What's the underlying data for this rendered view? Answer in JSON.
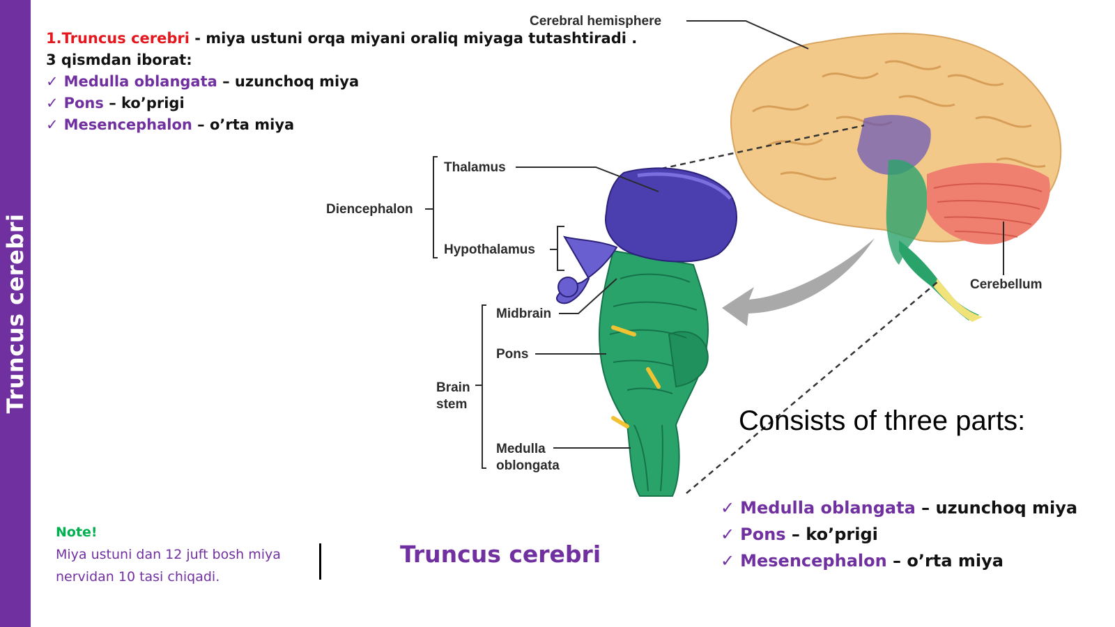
{
  "sidebar": {
    "title": "Truncus cerebri"
  },
  "intro": {
    "term": "1.Truncus cerebri",
    "definition": " - miya ustuni orqa miyani oraliq miyaga tutashtiradi .",
    "subtitle": "3 qismdan iborat:",
    "items": [
      {
        "latin": "Medulla oblangata",
        "uzbek": " – uzunchoq miya"
      },
      {
        "latin": "Pons",
        "uzbek": " – ko’prigi"
      },
      {
        "latin": "Mesencephalon",
        "uzbek": " – o’rta miya"
      }
    ]
  },
  "diagram": {
    "labels": {
      "cerebral_hemisphere": "Cerebral hemisphere",
      "thalamus": "Thalamus",
      "diencephalon": "Diencephalon",
      "hypothalamus": "Hypothalamus",
      "midbrain": "Midbrain",
      "pons": "Pons",
      "brain": "Brain",
      "stem": "stem",
      "medulla": "Medulla",
      "oblongata": "oblongata",
      "cerebellum": "Cerebellum"
    },
    "colors": {
      "cerebrum": "#f3c98a",
      "diencephalon": "#4b3fb0",
      "brainstem": "#2aa36b",
      "cerebellum": "#ef7f6f",
      "spinal_cord": "#f2e27a"
    }
  },
  "consists_heading": "Consists of three parts:",
  "parts": [
    {
      "latin": "Medulla oblangata",
      "uzbek": " – uzunchoq miya"
    },
    {
      "latin": "Pons",
      "uzbek": " – ko’prigi"
    },
    {
      "latin": "Mesencephalon",
      "uzbek": " – o’rta miya"
    }
  ],
  "note": {
    "title": "Note!",
    "line1": "Miya ustuni dan 12 juft bosh miya",
    "line2": "nervidan 10 tasi chiqadi."
  },
  "caption": "Truncus cerebri",
  "check_symbol": "✓"
}
